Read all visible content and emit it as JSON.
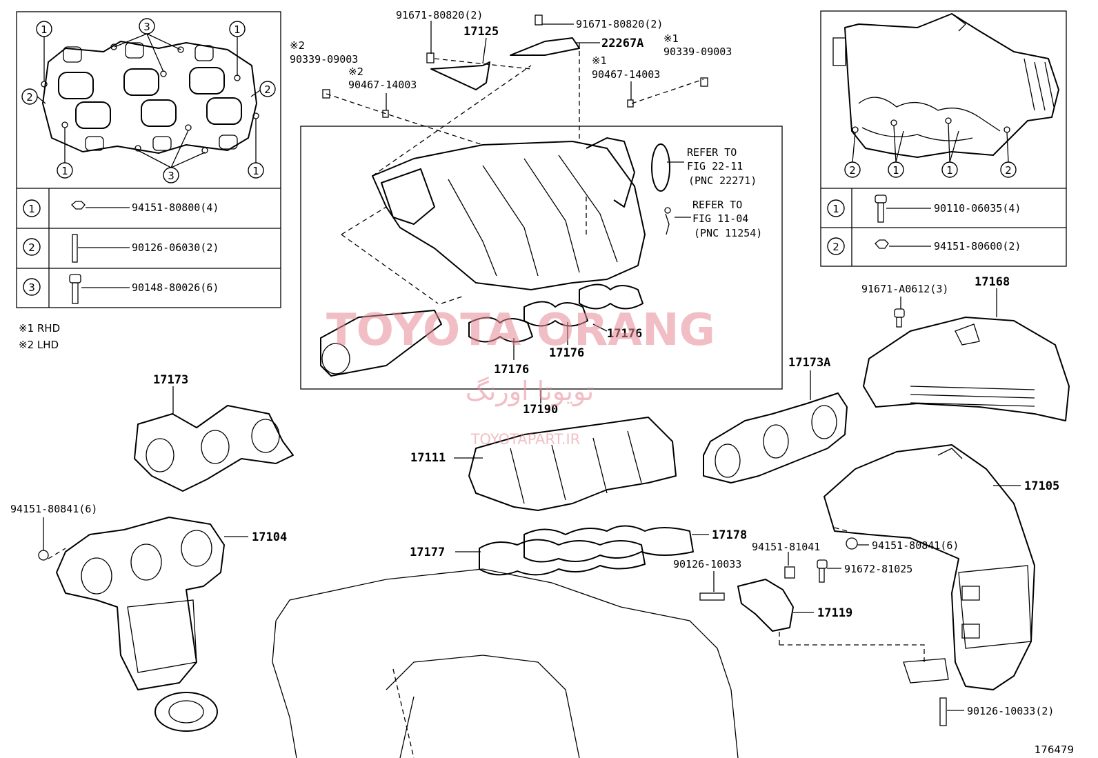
{
  "watermark": {
    "main": "TOYOTA ORANG",
    "persian": "تویوتا اورنگ",
    "site": "TOYOTAPART.IR"
  },
  "diagram_id": "176479",
  "notes": {
    "rhd": "※1 RHD",
    "lhd": "※2 LHD"
  },
  "left_table": {
    "callouts": [
      "1",
      "2",
      "3"
    ],
    "rows": [
      {
        "num": "1",
        "part": "94151-80800(4)"
      },
      {
        "num": "2",
        "part": "90126-06030(2)"
      },
      {
        "num": "3",
        "part": "90148-80026(6)"
      }
    ]
  },
  "right_table": {
    "callouts": [
      "1",
      "2"
    ],
    "rows": [
      {
        "num": "1",
        "part": "90110-06035(4)"
      },
      {
        "num": "2",
        "part": "94151-80600(2)"
      }
    ]
  },
  "refs": {
    "fig22_line1": "REFER TO",
    "fig22_line2": "FIG 22-11",
    "fig22_line3": "(PNC 22271)",
    "fig11_line1": "REFER TO",
    "fig11_line2": "FIG 11-04",
    "fig11_line3": "(PNC 11254)"
  },
  "labels": {
    "p91671_80820_a": "91671-80820(2)",
    "p17125": "17125",
    "p91671_80820_b": "91671-80820(2)",
    "p22267A": "22267A",
    "mark2_a": "※2",
    "p90339_09003_a": "90339-09003",
    "mark2_b": "※2",
    "p90467_14003_a": "90467-14003",
    "mark1_a": "※1",
    "p90339_09003_b": "90339-09003",
    "mark1_b": "※1",
    "p90467_14003_b": "90467-14003",
    "p17176_a": "17176",
    "p17176_b": "17176",
    "p17176_c": "17176",
    "p17190": "17190",
    "p17173": "17173",
    "p17173A": "17173A",
    "p17111": "17111",
    "p17178": "17178",
    "p17177": "17177",
    "p17104": "17104",
    "p94151_80841_a": "94151-80841(6)",
    "p91671_A0612": "91671-A0612(3)",
    "p17168": "17168",
    "p17105": "17105",
    "p94151_80841_b": "94151-80841(6)",
    "p94151_81041": "94151-81041",
    "p90126_10033_a": "90126-10033",
    "p91672_81025": "91672-81025",
    "p17119": "17119",
    "p90126_10033_b": "90126-10033(2)"
  }
}
